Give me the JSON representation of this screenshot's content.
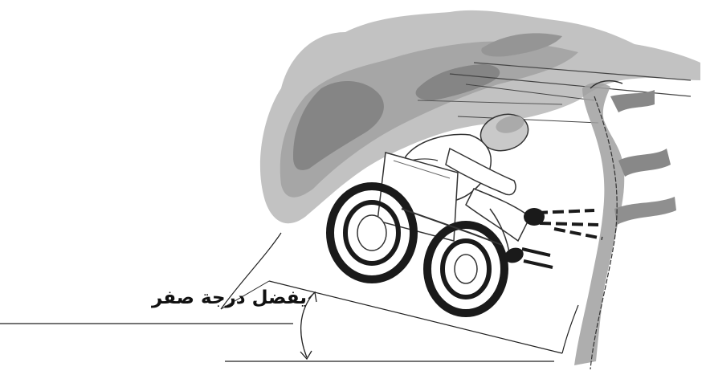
{
  "caption": "يفضل درجة صفر",
  "colors": {
    "rock_light": "#c2c2c2",
    "rock_mid": "#a6a6a6",
    "rock_dark": "#858585",
    "line": "#222222",
    "wheel": "#1a1a1a",
    "background": "#ffffff"
  },
  "icons": [
    "rock-overhang",
    "wheelchair-user",
    "slope-angle-arc"
  ]
}
